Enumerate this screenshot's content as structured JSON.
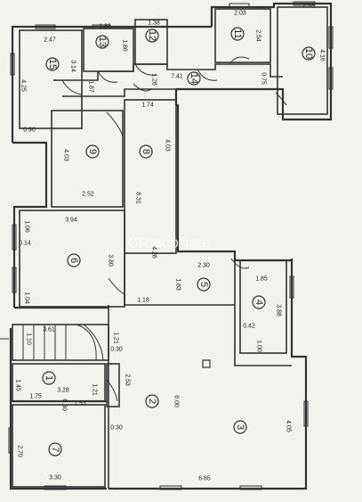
{
  "watermark": "CRmobiliare",
  "rooms": [
    {
      "num": "1"
    },
    {
      "num": "2"
    },
    {
      "num": "3"
    },
    {
      "num": "4"
    },
    {
      "num": "5"
    },
    {
      "num": "6"
    },
    {
      "num": "7"
    },
    {
      "num": "8"
    },
    {
      "num": "9"
    },
    {
      "num": "10"
    },
    {
      "num": "11"
    },
    {
      "num": "12"
    },
    {
      "num": "13"
    },
    {
      "num": "14"
    },
    {
      "num": "15"
    }
  ],
  "dims": [
    "2.55",
    "4.16",
    "2.03",
    "2.54",
    "1.38",
    "1.86",
    "1.86",
    "2.47",
    "3.14",
    "4.25",
    "0.90",
    "1.87",
    "1.28",
    "7.41",
    "0.75",
    "1.74",
    "4.03",
    "4.03",
    "2.52",
    "8.31",
    "1.06",
    "3.94",
    "0.14",
    "3.80",
    "4.28",
    "1.04",
    "2.30",
    "1.83",
    "1.18",
    "1.85",
    "3.88",
    "0.42",
    "1.00",
    "1.10",
    "3.61",
    "1.21",
    "0.30",
    "2.53",
    "1.45",
    "3.28",
    "1.75",
    "1.21",
    "0.30",
    "1.53",
    "6.00",
    "4.05",
    "0.30",
    "2.70",
    "3.30",
    "6.65"
  ]
}
